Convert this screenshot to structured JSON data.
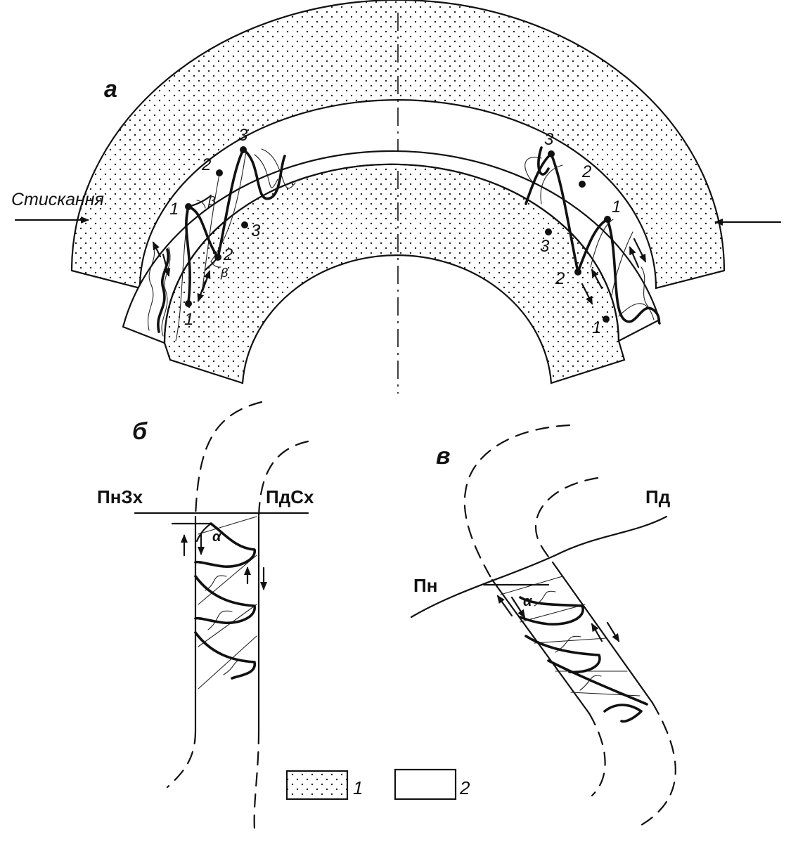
{
  "panel_labels": {
    "a": "а",
    "b": "б",
    "v": "в"
  },
  "compression_label": "Стискання",
  "left_section": {
    "upper_points": [
      "1",
      "2",
      "3"
    ],
    "lower_points": [
      "1",
      "2",
      "3"
    ],
    "angle": "β"
  },
  "right_section": {
    "upper_points": [
      "1",
      "2",
      "3"
    ],
    "lower_points": [
      "1",
      "2",
      "3"
    ]
  },
  "panel_b": {
    "left_side": "ПнЗх",
    "right_side": "ПдСх",
    "angle": "α"
  },
  "panel_v": {
    "left_side": "Пн",
    "right_side": "Пд",
    "angle": "α"
  },
  "legend": [
    {
      "number": "1",
      "pattern": "dotted"
    },
    {
      "number": "2",
      "pattern": "blank"
    }
  ]
}
